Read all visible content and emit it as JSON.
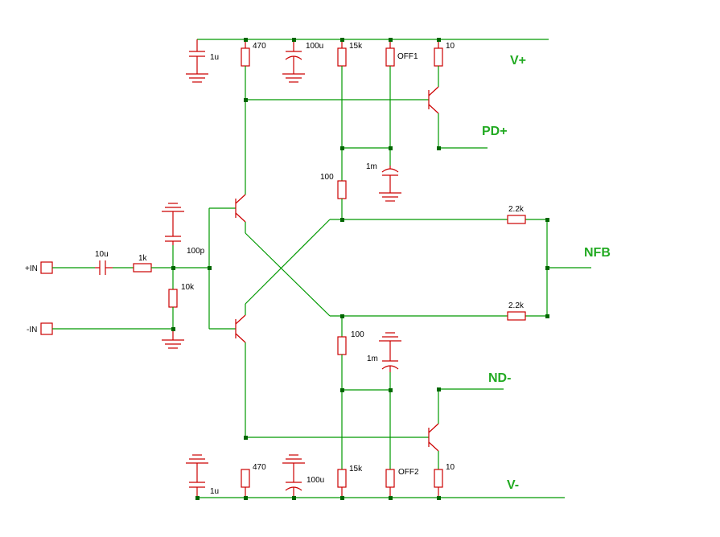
{
  "ports": {
    "in_plus": "+IN",
    "in_minus": "-IN"
  },
  "nets": {
    "v_plus": "V+",
    "v_minus": "V-",
    "pd_plus": "PD+",
    "nd_minus": "ND-",
    "nfb": "NFB"
  },
  "components": {
    "c_in": "10u",
    "r_in": "1k",
    "c_filter": "100p",
    "r_bias": "10k",
    "c_top_1u": "1u",
    "r_top_470": "470",
    "c_top_100u": "100u",
    "r_top_15k": "15k",
    "r_top_off": "OFF1",
    "r_top_10": "10",
    "r_top_100": "100",
    "c_top_1m": "1m",
    "r_nfb_top": "2.2k",
    "r_nfb_bot": "2.2k",
    "r_bot_100": "100",
    "c_bot_1m": "1m",
    "c_bot_1u": "1u",
    "r_bot_470": "470",
    "c_bot_100u": "100u",
    "r_bot_15k": "15k",
    "r_bot_off": "OFF2",
    "r_bot_10": "10"
  }
}
